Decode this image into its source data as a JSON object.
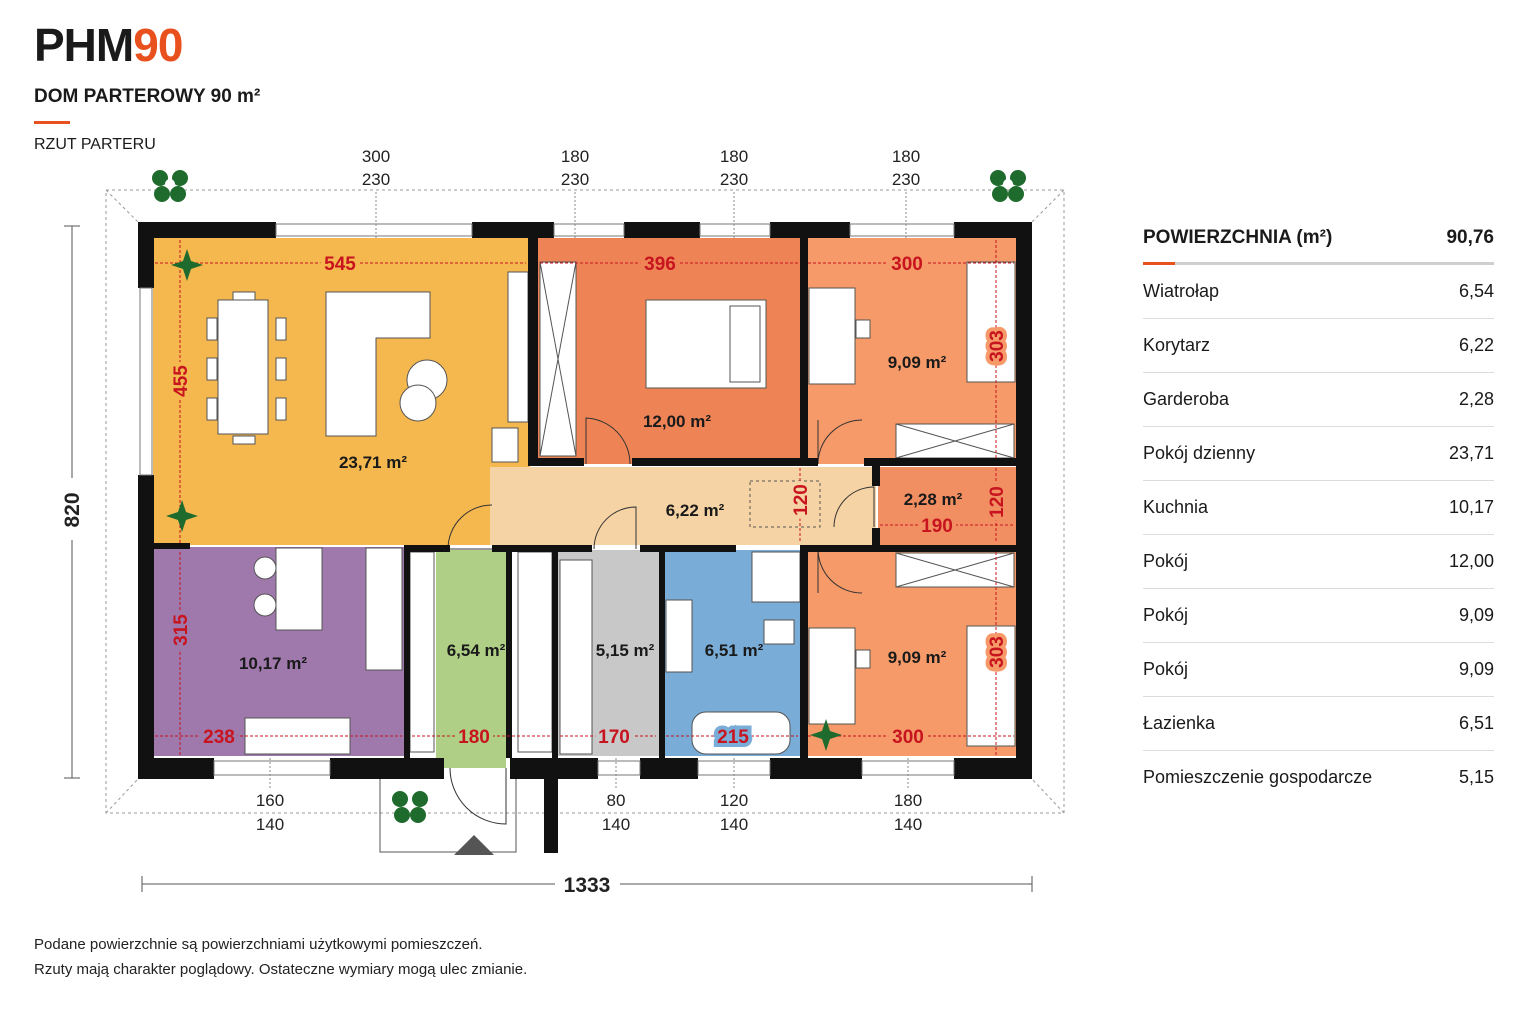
{
  "header": {
    "logo_text": "PHM",
    "logo_number": "90",
    "subtitle": "DOM PARTEROWY 90 m²",
    "section": "RZUT PARTERU"
  },
  "colors": {
    "accent": "#e8501e",
    "living": "#f4b84f",
    "bedroom_main": "#ee8455",
    "bedroom": "#f59a68",
    "hall": "#f6d3a4",
    "closet": "#f28f62",
    "kitchen": "#9f78ac",
    "vestibule": "#aecf85",
    "utility": "#c8c8c8",
    "bathroom": "#79acd7",
    "wall": "#111111",
    "dimension": "#c8141e"
  },
  "plan": {
    "top_dims": [
      {
        "a": "300",
        "b": "230"
      },
      {
        "a": "180",
        "b": "230"
      },
      {
        "a": "180",
        "b": "230"
      },
      {
        "a": "180",
        "b": "230"
      }
    ],
    "bottom_dims": [
      {
        "a": "160",
        "b": "140"
      },
      {
        "a": "80",
        "b": "140"
      },
      {
        "a": "120",
        "b": "140"
      },
      {
        "a": "180",
        "b": "140"
      }
    ],
    "total_width": "1333",
    "total_depth": "820",
    "rooms": {
      "living_area": "23,71 m²",
      "bedroom_main_area": "12,00 m²",
      "bedroom_top_area": "9,09 m²",
      "hall_area": "6,22 m²",
      "closet_area": "2,28 m²",
      "kitchen_area": "10,17 m²",
      "vestibule_area": "6,54 m²",
      "utility_area": "5,15 m²",
      "bathroom_area": "6,51 m²",
      "bedroom_bottom_area": "9,09 m²"
    },
    "room_dims": {
      "living_w": "545",
      "living_h": "455",
      "bedroom_main_w": "396",
      "bedroom_top_w": "300",
      "bedroom_top_h": "303",
      "hall_h": "120",
      "closet_w": "190",
      "closet_h": "120",
      "kitchen_h": "315",
      "kitchen_w": "238",
      "vestibule_w": "180",
      "utility_w": "170",
      "bathroom_w": "215",
      "bedroom_bottom_w": "300",
      "bedroom_bottom_h": "303"
    }
  },
  "area_table": {
    "header_label": "POWIERZCHNIA (m²)",
    "header_value": "90,76",
    "rows": [
      {
        "name": "Wiatrołap",
        "value": "6,54"
      },
      {
        "name": "Korytarz",
        "value": "6,22"
      },
      {
        "name": "Garderoba",
        "value": "2,28"
      },
      {
        "name": "Pokój dzienny",
        "value": "23,71"
      },
      {
        "name": "Kuchnia",
        "value": "10,17"
      },
      {
        "name": "Pokój",
        "value": "12,00"
      },
      {
        "name": "Pokój",
        "value": "9,09"
      },
      {
        "name": "Pokój",
        "value": "9,09"
      },
      {
        "name": "Łazienka",
        "value": "6,51"
      },
      {
        "name": "Pomieszczenie gospodarcze",
        "value": "5,15"
      }
    ]
  },
  "footer": {
    "note_line1": "Podane powierzchnie są powierzchniami użytkowymi pomieszczeń.",
    "note_line2": "Rzuty mają charakter poglądowy. Ostateczne wymiary mogą ulec zmianie."
  }
}
